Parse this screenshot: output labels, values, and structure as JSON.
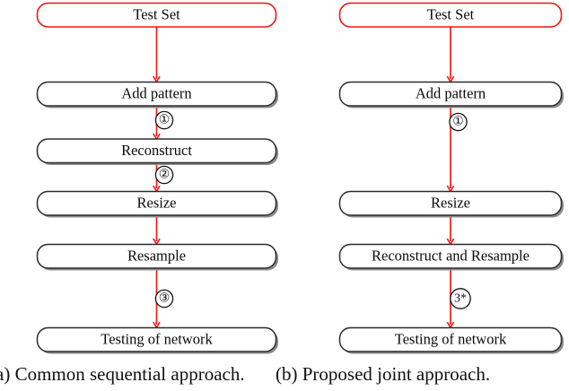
{
  "figure": {
    "type": "flowchart-pair",
    "background": "#ffffff",
    "colors": {
      "arrow": "#ef1c1c",
      "highlight_box_border": "#f01414",
      "normal_box_border": "#2b2b2b",
      "box_shadow": "#8c8c8c",
      "text": "#0a0a0a"
    }
  },
  "panels": [
    {
      "id": "panel-a",
      "caption": "a)  Common sequential approach.",
      "nodes": [
        {
          "id": "a-test-set",
          "label": "Test Set",
          "style": "highlight"
        },
        {
          "id": "a-add-pattern",
          "label": "Add pattern",
          "style": "normal"
        },
        {
          "id": "a-reconstruct",
          "label": "Reconstruct",
          "style": "normal"
        },
        {
          "id": "a-resize",
          "label": "Resize",
          "style": "normal"
        },
        {
          "id": "a-resample",
          "label": "Resample",
          "style": "normal"
        },
        {
          "id": "a-testing",
          "label": "Testing of network",
          "style": "normal"
        }
      ],
      "edge_markers": [
        {
          "id": "a-marker-1",
          "label": "①",
          "between": "Add pattern → Reconstruct"
        },
        {
          "id": "a-marker-2",
          "label": "②",
          "between": "Reconstruct → Resize"
        },
        {
          "id": "a-marker-3",
          "label": "③",
          "between": "Resample → Testing of network"
        }
      ]
    },
    {
      "id": "panel-b",
      "caption": "(b)  Proposed joint approach.",
      "nodes": [
        {
          "id": "b-test-set",
          "label": "Test Set",
          "style": "highlight"
        },
        {
          "id": "b-add-pattern",
          "label": "Add pattern",
          "style": "normal"
        },
        {
          "id": "b-resize",
          "label": "Resize",
          "style": "normal"
        },
        {
          "id": "b-recon-resamp",
          "label": "Reconstruct and Resample",
          "style": "normal"
        },
        {
          "id": "b-testing",
          "label": "Testing of network",
          "style": "normal"
        }
      ],
      "edge_markers": [
        {
          "id": "b-marker-1",
          "label": "①",
          "between": "Add pattern → Resize"
        },
        {
          "id": "b-marker-3s",
          "label": "3*",
          "between": "Reconstruct and Resample → Testing of network"
        }
      ]
    }
  ]
}
